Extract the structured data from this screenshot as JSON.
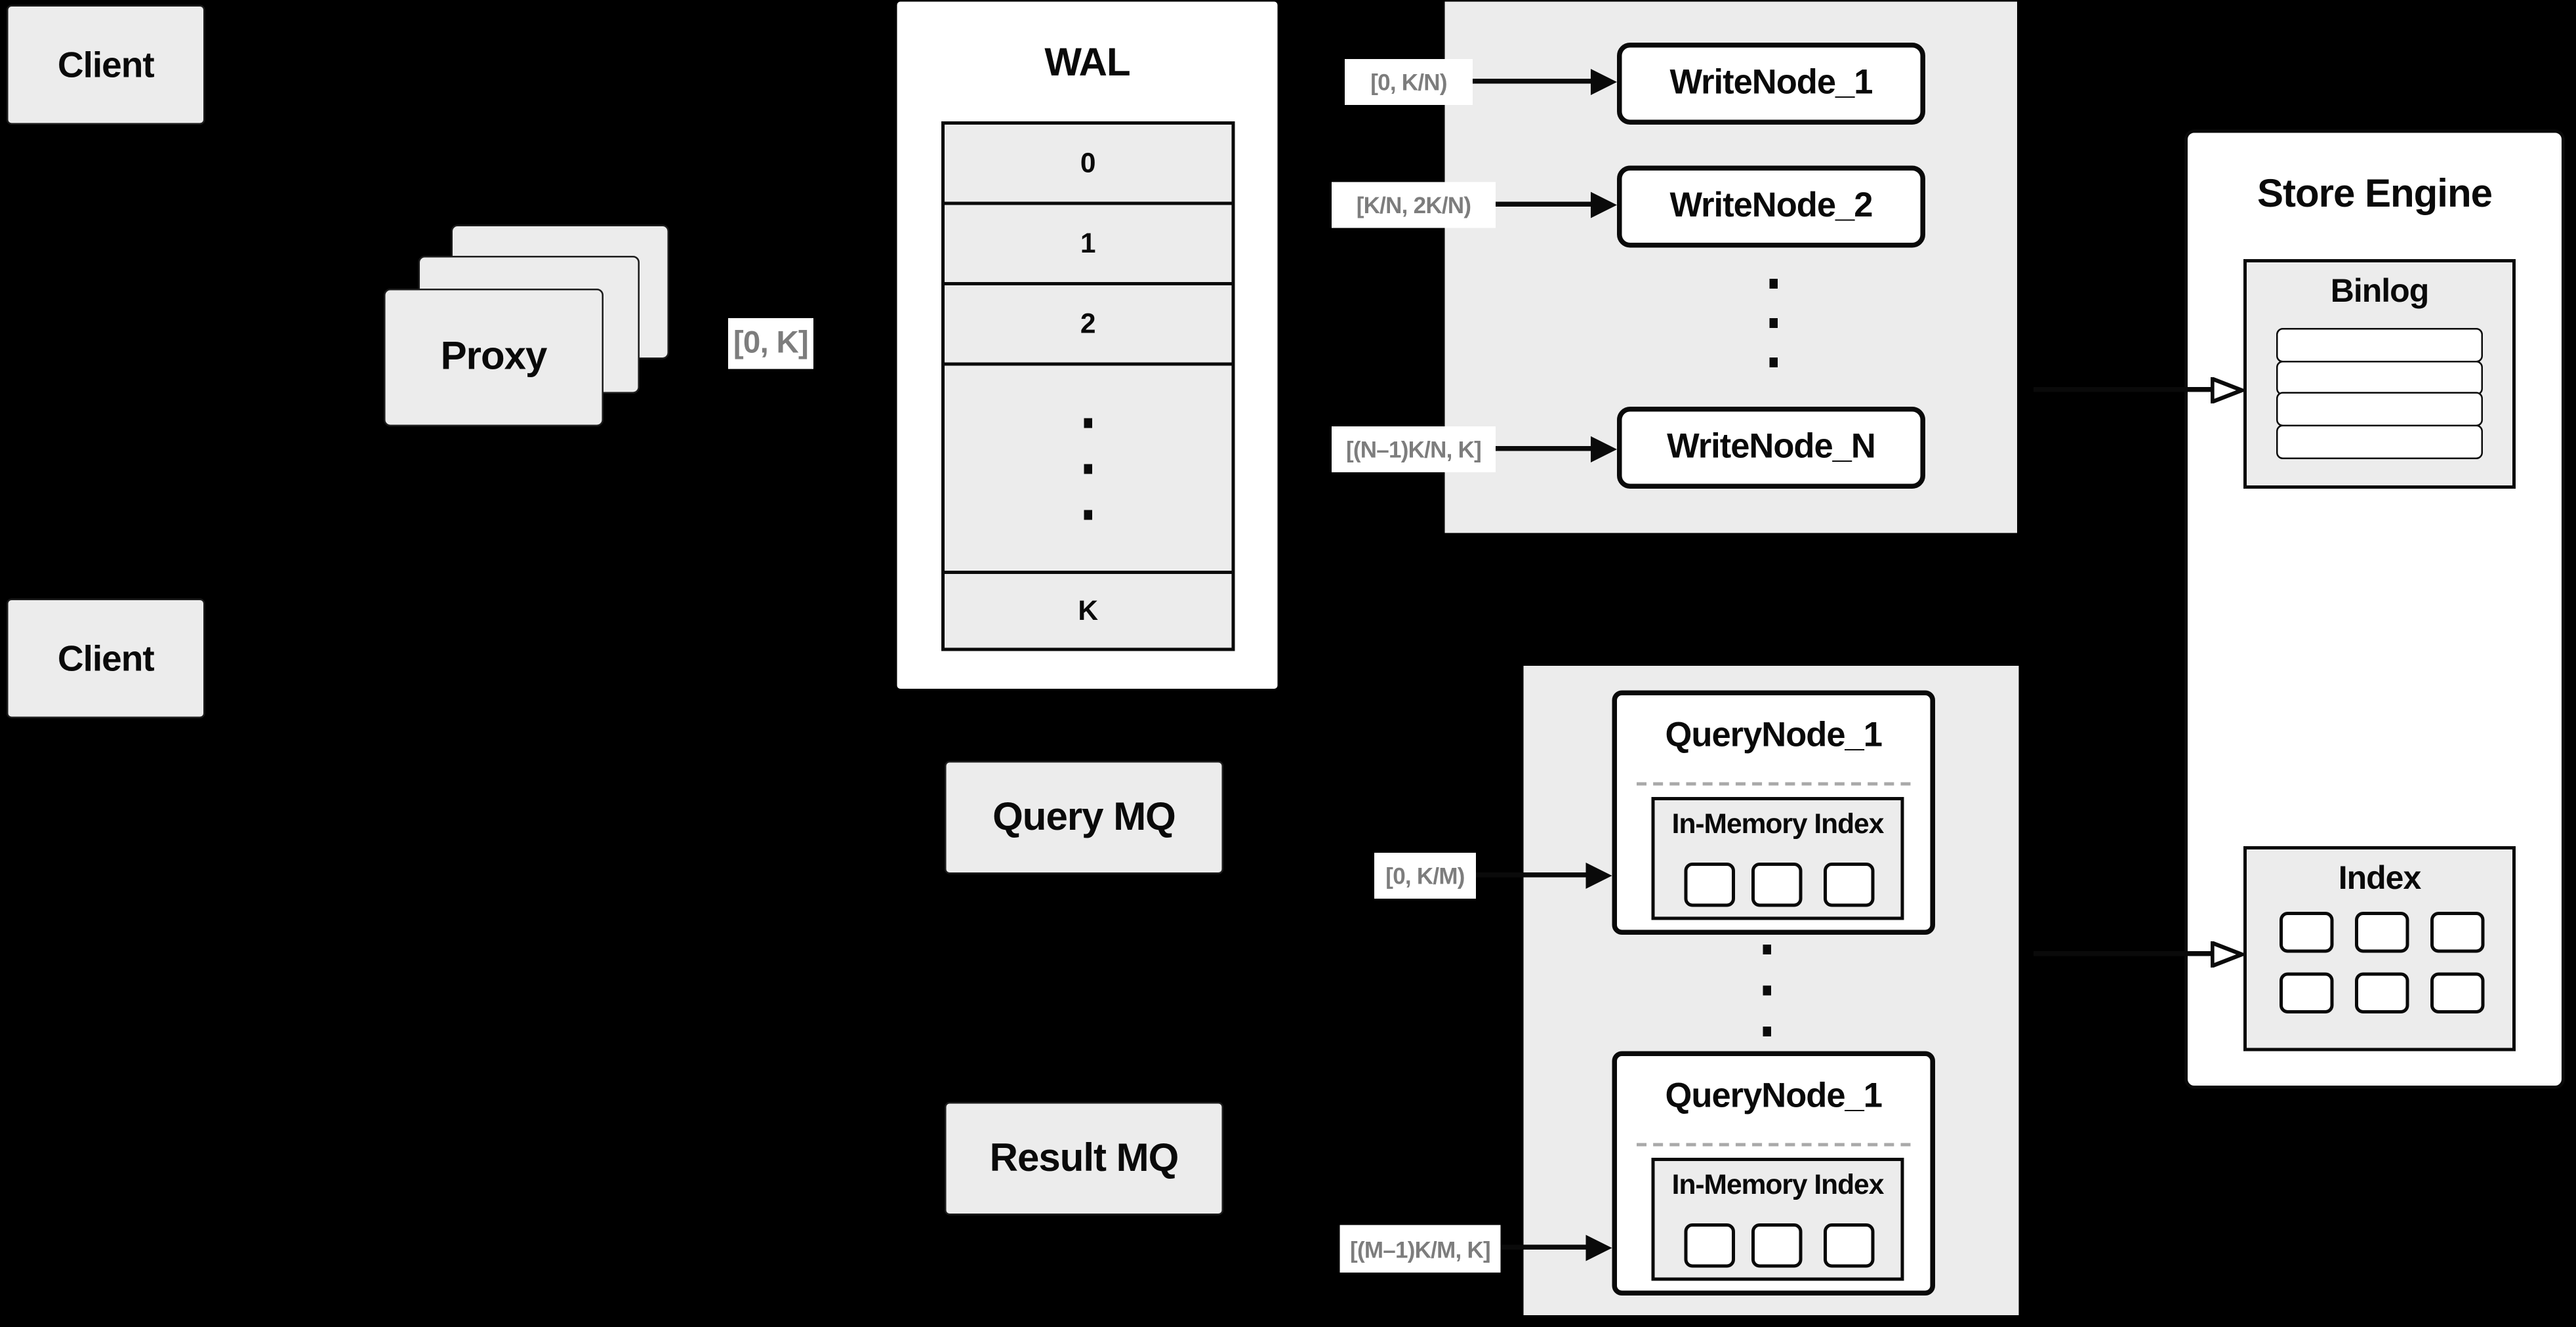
{
  "colors": {
    "background": "#000000",
    "panel_fill": "#ececec",
    "node_fill": "#ffffff",
    "border": "#0a0a0a",
    "range_label_text": "#7d7d7d"
  },
  "client_top": "Client",
  "client_bottom": "Client",
  "proxy": "Proxy",
  "ranges": {
    "proxy_to_wal": "[0, K]",
    "write_1": "[0, K/N)",
    "write_2": "[K/N, 2K/N)",
    "write_n": "[(N–1)K/N, K]",
    "query_1": "[0, K/M)",
    "query_m": "[(M–1)K/M, K]"
  },
  "wal": {
    "title": "WAL",
    "cells": [
      "0",
      "1",
      "2"
    ],
    "last_cell": "K"
  },
  "write_nodes": [
    "WriteNode_1",
    "WriteNode_2",
    "WriteNode_N"
  ],
  "store_engine": {
    "title": "Store Engine",
    "binlog": "Binlog",
    "index": "Index"
  },
  "mq": {
    "query": "Query MQ",
    "result": "Result MQ"
  },
  "query_nodes": [
    {
      "title": "QueryNode_1",
      "inner": "In-Memory Index"
    },
    {
      "title": "QueryNode_1",
      "inner": "In-Memory Index"
    }
  ]
}
